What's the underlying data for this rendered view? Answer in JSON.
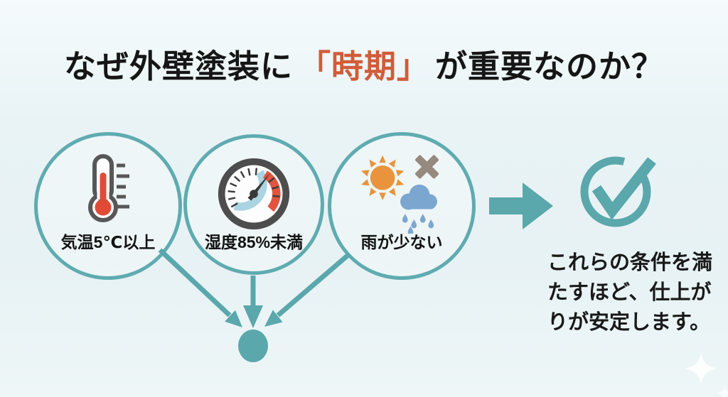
{
  "title": {
    "prefix": "なぜ外壁塗装に",
    "highlight": "「時期」",
    "suffix": "が重要なのか？"
  },
  "conditions": [
    {
      "id": "temperature",
      "icon": "thermometer-icon",
      "label": "気温5℃以上"
    },
    {
      "id": "humidity",
      "icon": "humidity-gauge-icon",
      "label": "湿度85%未満"
    },
    {
      "id": "low-rain",
      "icon": "sun-rain-cross-icon",
      "label": "雨が少ない"
    }
  ],
  "flow": {
    "arrow_icon": "arrow-right-icon",
    "converge_arrows_icon": "converging-arrows",
    "merge_dot_icon": "merge-dot"
  },
  "result": {
    "icon": "check-circle-icon",
    "lines": [
      "これらの条件を満",
      "たすほど、仕上が",
      "りが安定します。"
    ]
  },
  "decor": {
    "sparkle_icon": "sparkle-icon"
  },
  "colors": {
    "background": "#e9f3f5",
    "teal": "#5aa7ac",
    "circle_border": "#5fabb0",
    "title_text": "#161616",
    "title_highlight": "#d05c3a",
    "thermometer_red": "#e04b38",
    "icon_gray": "#575757",
    "gauge_ring": "#4d4d4d",
    "gauge_blue": "#abd4e2",
    "gauge_red": "#e2543f",
    "sun_orange": "#e9943c",
    "cross_gray": "#96897d",
    "cloud_blue": "#7ba6d0",
    "label_text": "#141414"
  }
}
